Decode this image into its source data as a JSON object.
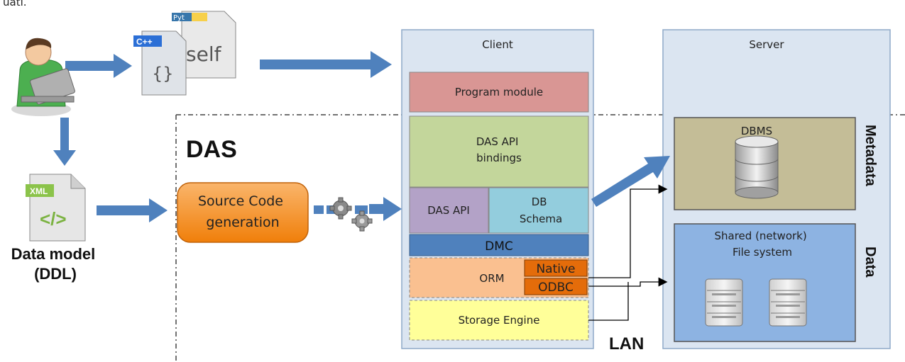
{
  "top_fragment": "uati.",
  "das_label": "DAS",
  "lan_label": "LAN",
  "data_model_label": [
    "Data model",
    "(DDL)"
  ],
  "source_gen_label": [
    "Source Code",
    "generation"
  ],
  "code_icons": {
    "cpp_badge": "C++",
    "py_badge": "Pyt",
    "self_text": "self",
    "braces": "{}"
  },
  "xml_badge": "XML",
  "xml_symbol": "</>",
  "client": {
    "title": "Client",
    "program_module": "Program module",
    "das_api_bindings": [
      "DAS API",
      "bindings"
    ],
    "das_api": "DAS API",
    "db_schema": [
      "DB",
      "Schema"
    ],
    "dmc": "DMC",
    "orm": "ORM",
    "native": "Native",
    "odbc": "ODBC",
    "storage_engine": "Storage Engine"
  },
  "server": {
    "title": "Server",
    "metadata_label": "Metadata",
    "data_label": "Data",
    "dbms": "DBMS",
    "shared_fs": [
      "Shared (network)",
      "File system"
    ]
  },
  "colors": {
    "arrow": "#4f81bd",
    "panel": "#dbe5f1",
    "panel_border": "#8ea9c8",
    "program_module": "#d99694",
    "bindings": "#c3d69b",
    "das_api": "#b3a2c7",
    "db_schema": "#93cddd",
    "dmc": "#4f81bd",
    "orm": "#fac090",
    "native_odbc": "#e46c0a",
    "storage": "#ffff99",
    "dbms_box": "#c4bd97",
    "data_box": "#8db3e2",
    "source_gen": "#f79646",
    "user_shirt": "#4caf50"
  }
}
